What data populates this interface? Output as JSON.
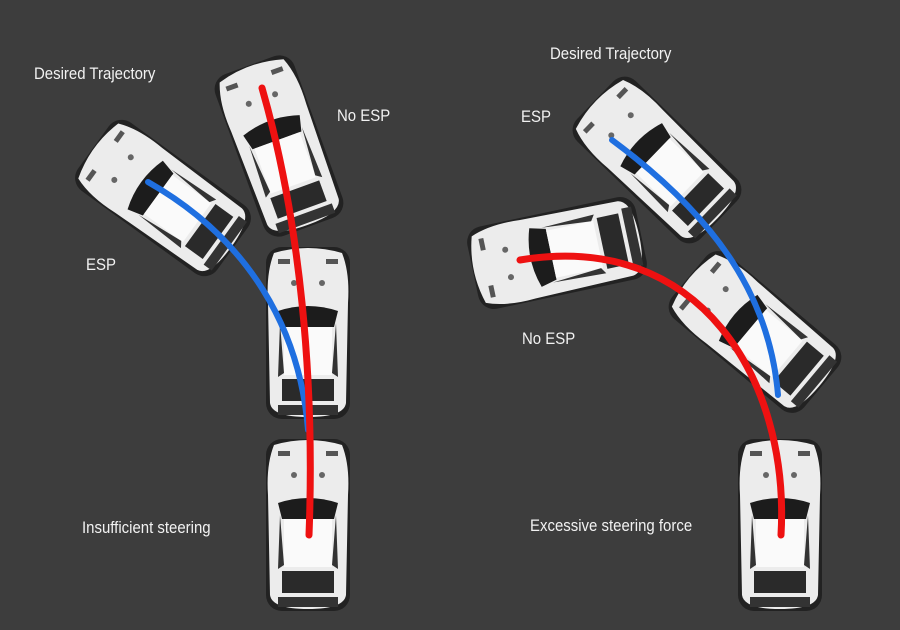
{
  "left_panel": {
    "desired_trajectory": "Desired Trajectory",
    "no_esp": "No ESP",
    "esp": "ESP",
    "caption": "Insufficient steering"
  },
  "right_panel": {
    "desired_trajectory": "Desired Trajectory",
    "esp": "ESP",
    "no_esp": "No ESP",
    "caption": "Excessive steering force"
  },
  "colors": {
    "background": "#3d3d3d",
    "no_esp_path": "#ee1111",
    "esp_path": "#1f6fe0",
    "car": "#eeeeee"
  }
}
